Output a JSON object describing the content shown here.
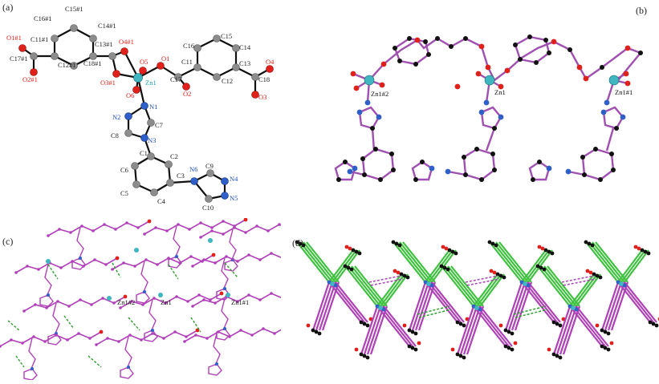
{
  "panels": {
    "a": {
      "tag": "(a)",
      "labels": {
        "C15_1": "C15#1",
        "C16_1": "C16#1",
        "C14_1": "C14#1",
        "O1_1": "O1#1",
        "C11_1": "C11#1",
        "C13_1": "C13#1",
        "O4_1": "O4#1",
        "C17_1": "C17#1",
        "C12_1": "C12#1",
        "C18_1": "C18#1",
        "O2_1": "O2#1",
        "O3_1": "O3#1",
        "O5": "O5",
        "O6": "O6",
        "Zn1": "Zn1",
        "O1": "O1",
        "C17": "C17",
        "O2": "O2",
        "C16": "C16",
        "C15": "C15",
        "C14": "C14",
        "C11": "C11",
        "C13": "C13",
        "C12": "C12",
        "C18": "C18",
        "O4": "O4",
        "O3": "O3",
        "N1": "N1",
        "N2": "N2",
        "N3": "N3",
        "C7": "C7",
        "C8": "C8",
        "C1": "C1",
        "C2": "C2",
        "C6": "C6",
        "C3": "C3",
        "C5": "C5",
        "C4": "C4",
        "N6": "N6",
        "C9": "C9",
        "N4": "N4",
        "C10": "C10",
        "N5": "N5"
      }
    },
    "b": {
      "tag": "(b)",
      "labels": {
        "zn1_2": "Zn1#2",
        "zn1": "Zn1",
        "zn1_1": "Zn1#1"
      }
    },
    "c": {
      "tag": "(c)",
      "labels": {
        "zn1_2": "Zn1#2",
        "zn1": "Zn1",
        "zn1_1": "Zn1#1"
      }
    },
    "d": {
      "tag": "(d)"
    }
  },
  "colors": {
    "carbon": "#8a8a8a",
    "oxygen": "#e0201a",
    "nitrogen": "#2f5fc8",
    "zinc": "#3fb6c0",
    "bond_b": "#a050b0",
    "atom_black": "#111111",
    "green": "#3cc23c",
    "magenta": "#b040b8",
    "hbond": "#2aa02a"
  }
}
